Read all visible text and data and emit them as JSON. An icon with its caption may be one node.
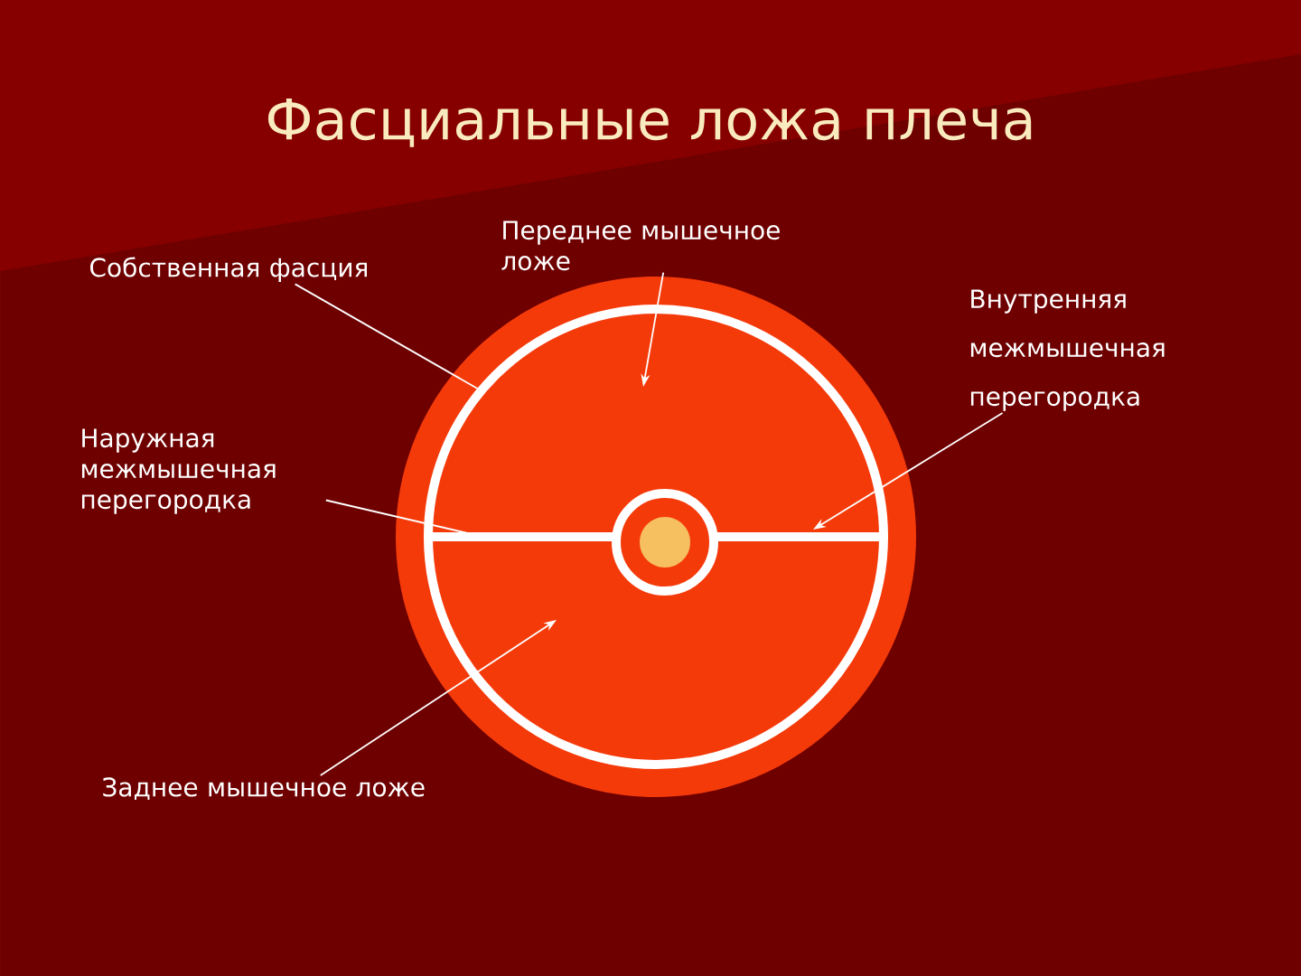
{
  "diagram": {
    "title": "Фасциальные ложа плеча",
    "nodes": [
      {
        "text": [
          "Собственная фасция"
        ]
      },
      {
        "text": [
          "Переднее мышечное ложе"
        ]
      },
      {
        "text": [
          "Внутренняя межмышечная перегородка"
        ]
      },
      {
        "text": [
          "Наружная межмышечная перегородка"
        ]
      },
      {
        "text": [
          "Заднее мышечное ложе"
        ]
      }
    ],
    "edges": [
      {
        "from": 0,
        "to": null,
        "arrow": "none"
      },
      {
        "from": 1,
        "to": null,
        "arrow": "to"
      },
      {
        "from": 2,
        "to": null,
        "arrow": "to"
      },
      {
        "from": 3,
        "to": null,
        "arrow": "none"
      },
      {
        "from": 4,
        "to": null,
        "arrow": "to"
      }
    ]
  }
}
